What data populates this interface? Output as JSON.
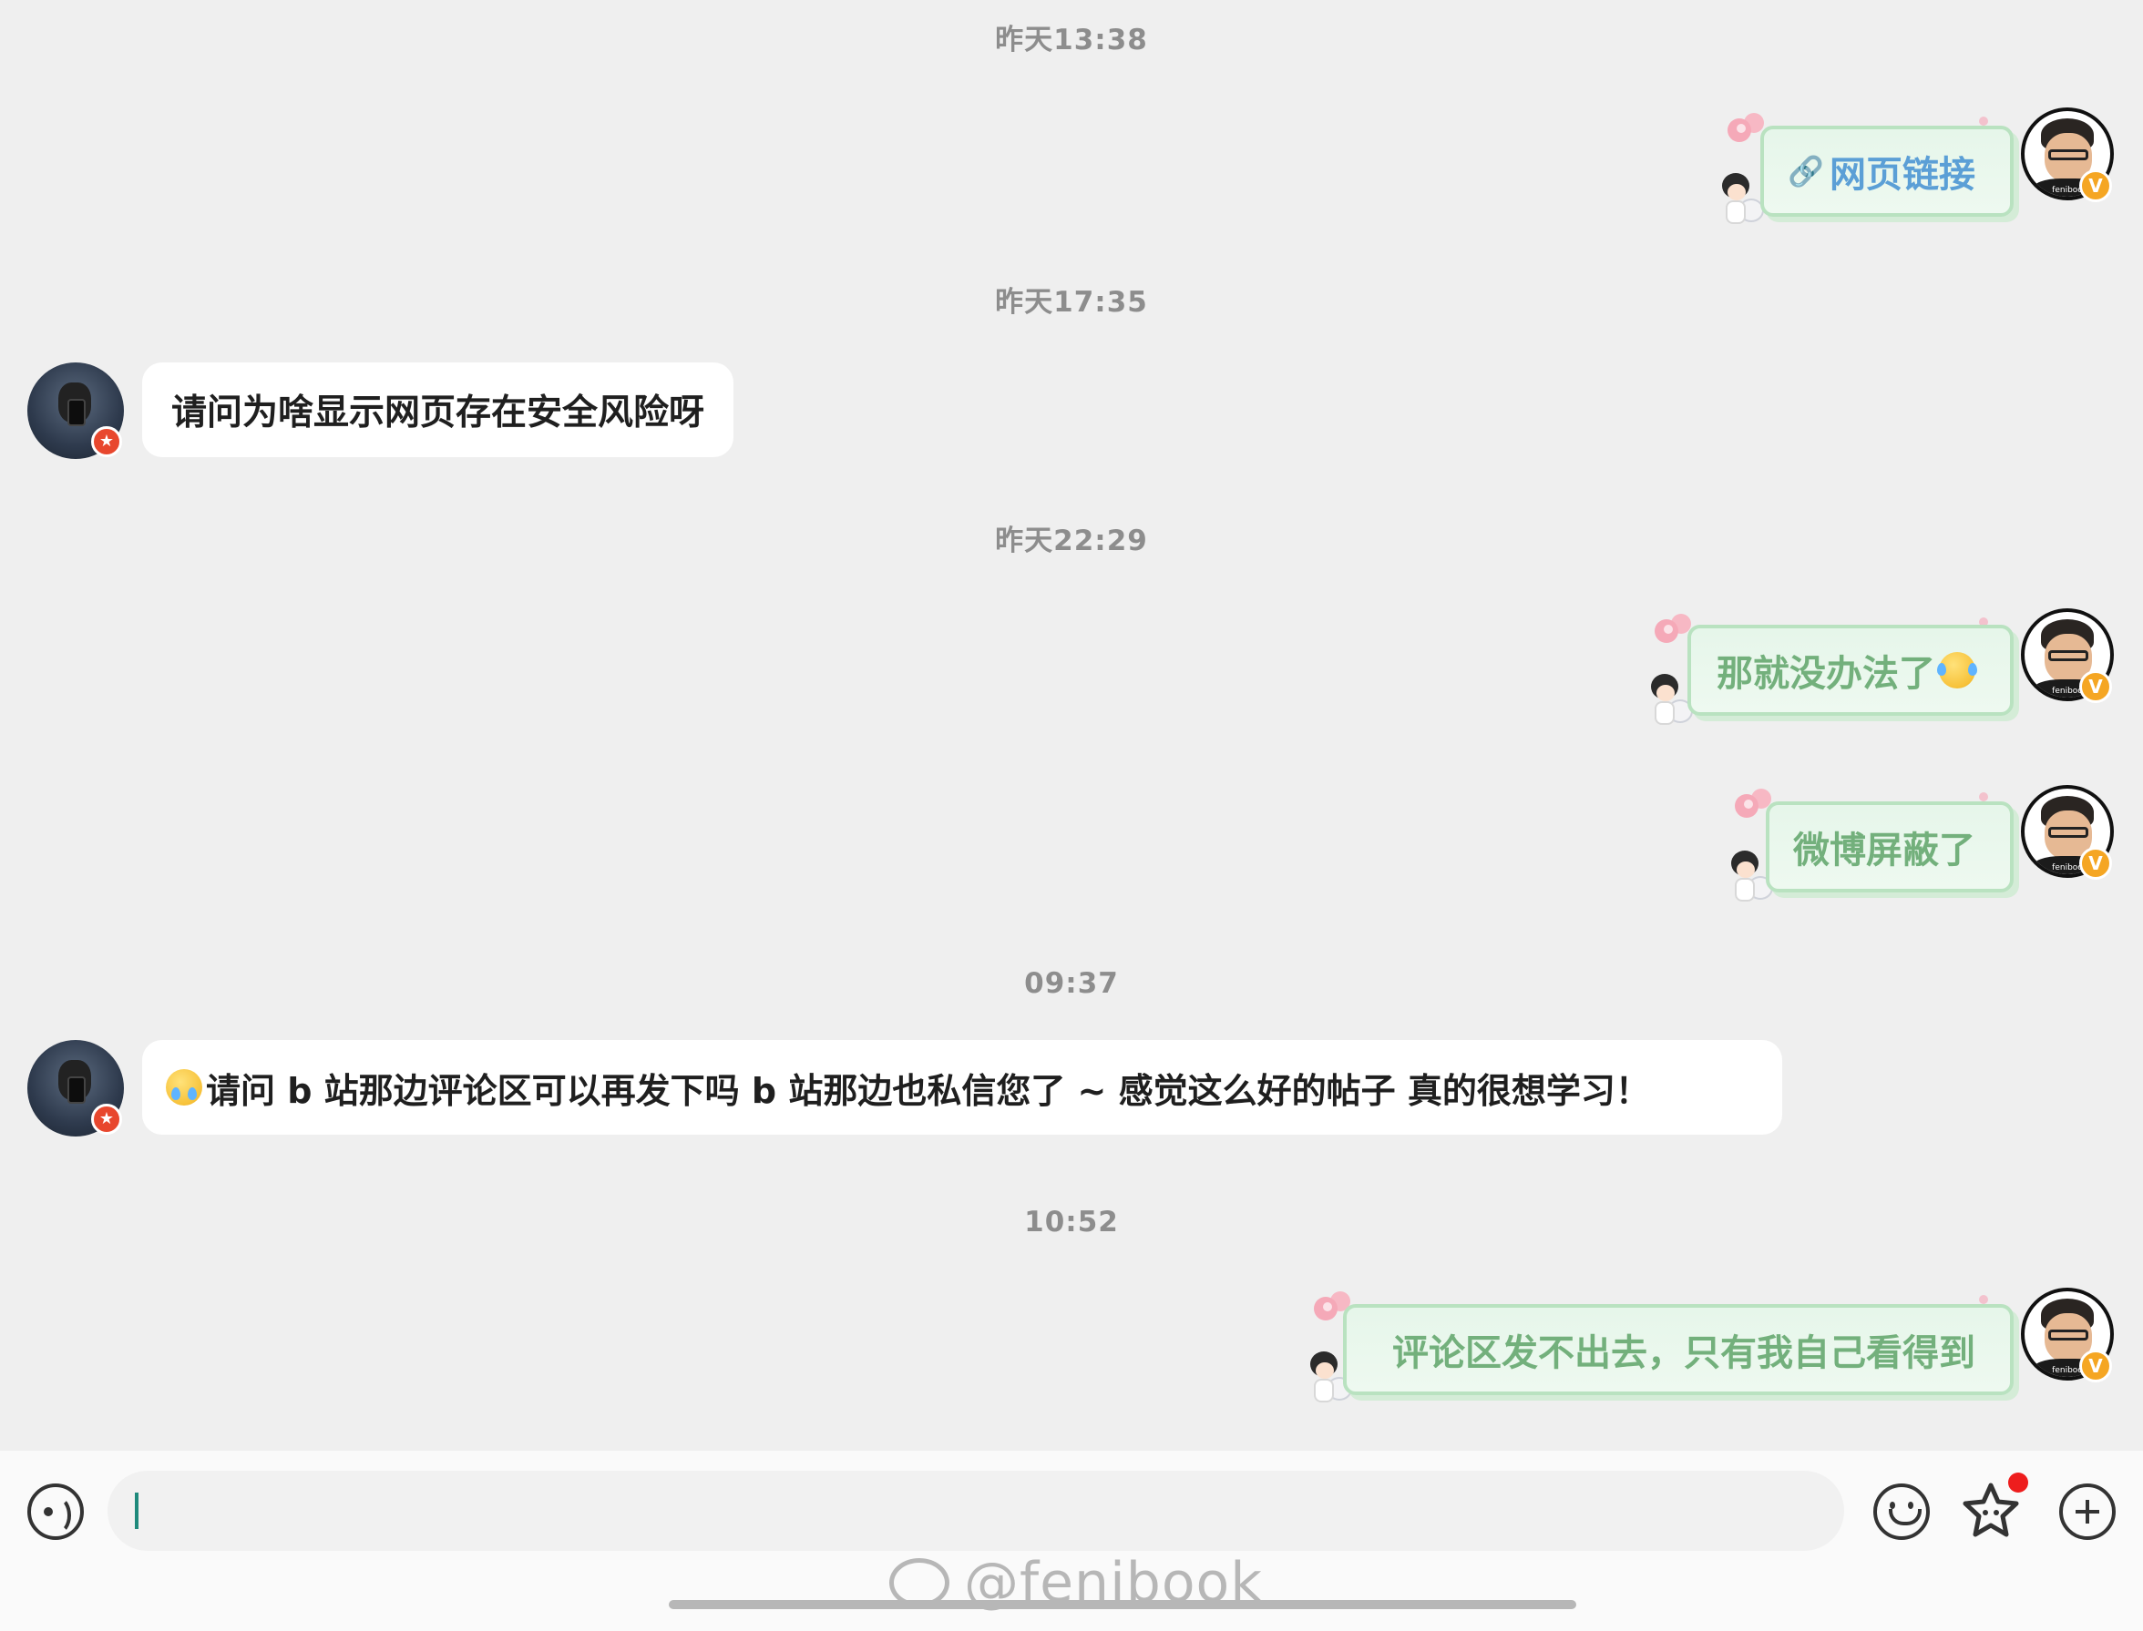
{
  "messages": [
    {
      "type": "timestamp",
      "text": "昨天13:38"
    },
    {
      "type": "sent",
      "text": "网页链接",
      "kind": "link",
      "icon": "link-icon"
    },
    {
      "type": "timestamp",
      "text": "昨天17:35"
    },
    {
      "type": "received",
      "text": "请问为啥显示网页存在安全风险呀"
    },
    {
      "type": "timestamp",
      "text": "昨天22:29"
    },
    {
      "type": "sent",
      "text": "那就没办法了",
      "emoji": "laughing-tears-emoji"
    },
    {
      "type": "sent",
      "text": "微博屏蔽了"
    },
    {
      "type": "timestamp",
      "text": "09:37"
    },
    {
      "type": "received",
      "text": "请问 b 站那边评论区可以再发下吗 b 站那边也私信您了 ~ 感觉这么好的帖子 真的很想学习！",
      "emoji": "crying-emoji"
    },
    {
      "type": "timestamp",
      "text": "10:52"
    },
    {
      "type": "sent",
      "text": "评论区发不出去，只有我自己看得到"
    }
  ],
  "self_avatar": {
    "name_text": "feniboo",
    "badge": "V",
    "badge_color": "#f5a623"
  },
  "other_avatar": {
    "badge_color": "#e8472e"
  },
  "bubble_colors": {
    "sent_text": "#73b07c",
    "link_text": "#5b9fd6",
    "sent_border": "#b9e2c0"
  },
  "composer": {
    "input_value": "",
    "icons": [
      "voice-icon",
      "emoji-icon",
      "sticker-icon",
      "plus-icon"
    ]
  },
  "watermark": "@fenibook"
}
